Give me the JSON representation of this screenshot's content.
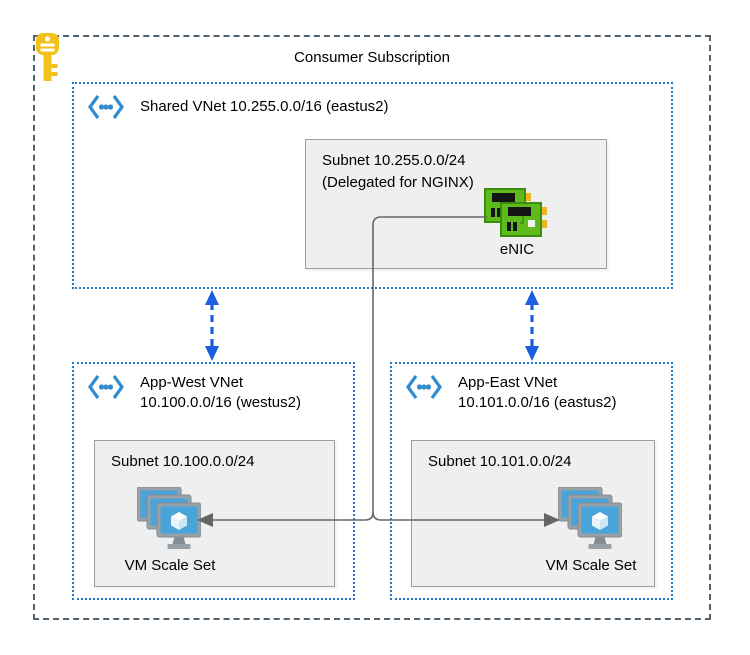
{
  "title": "Consumer Subscription",
  "boundary": {
    "icon": "key-icon",
    "border_style": "dashed"
  },
  "shared_vnet": {
    "icon": "vnet-icon",
    "label": "Shared VNet 10.255.0.0/16 (eastus2)",
    "subnet": {
      "label_line1": "Subnet 10.255.0.0/24",
      "label_line2": "(Delegated for NGINX)",
      "enic_icon": "nic-icon",
      "enic_label": "eNIC"
    }
  },
  "app_west_vnet": {
    "icon": "vnet-icon",
    "label_line1": "App-West VNet",
    "label_line2": "10.100.0.0/16 (westus2)",
    "subnet": {
      "label": "Subnet 10.100.0.0/24",
      "vmss_icon": "vm-scale-set-icon",
      "vmss_label": "VM Scale Set"
    }
  },
  "app_east_vnet": {
    "icon": "vnet-icon",
    "label_line1": "App-East VNet",
    "label_line2": "10.101.0.0/16 (eastus2)",
    "subnet": {
      "label": "Subnet 10.101.0.0/24",
      "vmss_icon": "vm-scale-set-icon",
      "vmss_label": "VM Scale Set"
    }
  },
  "connections": [
    {
      "from": "eNIC",
      "to": "App-West VM Scale Set",
      "style": "solid-gray-arrow"
    },
    {
      "from": "eNIC",
      "to": "App-East VM Scale Set",
      "style": "solid-gray-arrow"
    },
    {
      "from": "Shared VNet",
      "to": "App-West VNet",
      "style": "blue-dashed-double-arrow"
    },
    {
      "from": "Shared VNet",
      "to": "App-East VNet",
      "style": "blue-dashed-double-arrow"
    }
  ],
  "colors": {
    "vnet_border_blue": "#1f78d2",
    "vnet_icon_blue": "#2e8ccf",
    "arrow_blue": "#1a5fe0",
    "boundary_gray": "#51616e",
    "subnet_fill": "#efefef",
    "subnet_border": "#9e9e9e",
    "connector_gray": "#666666",
    "key_gold": "#f2c21a",
    "nic_green": "#5fba1d",
    "vmss_screen_blue": "#49a4d9",
    "text": "#000000"
  }
}
